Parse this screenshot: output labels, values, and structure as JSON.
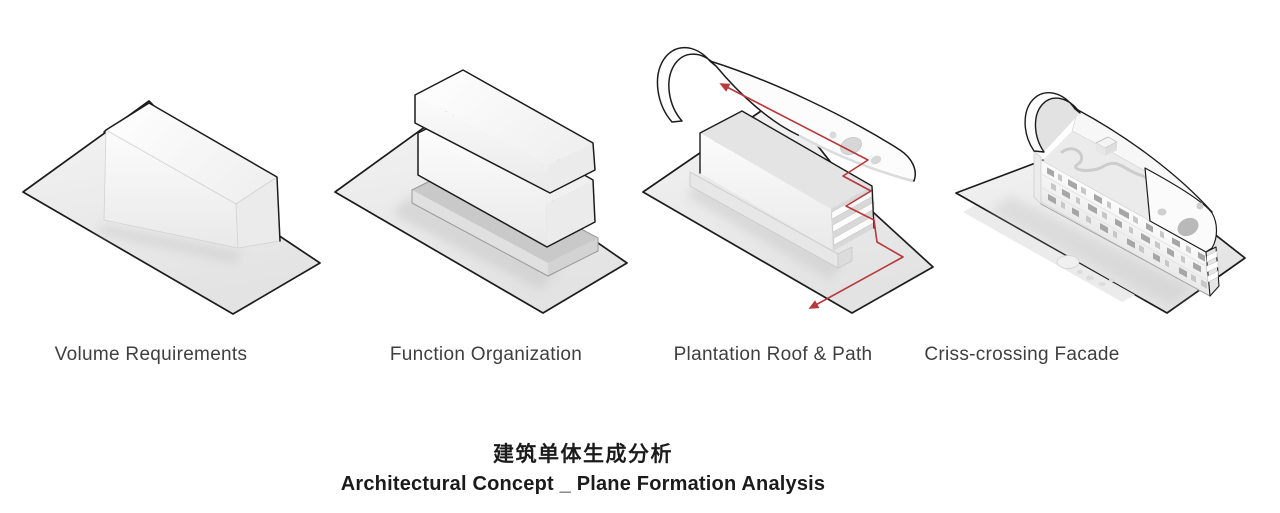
{
  "figure": {
    "kind": "architectural concept diagram sequence",
    "background": "#ffffff"
  },
  "panels": [
    {
      "id": "volume-requirements",
      "label": "Volume Requirements"
    },
    {
      "id": "function-organization",
      "label": "Function Organization"
    },
    {
      "id": "plantation-roof-path",
      "label": "Plantation Roof & Path"
    },
    {
      "id": "criss-crossing-facade",
      "label": "Criss-crossing Facade"
    }
  ],
  "title": {
    "zh": "建筑单体生成分析",
    "en": "Architectural Concept _ Plane Formation Analysis"
  },
  "colors": {
    "outline": "#1c1c1c",
    "path_red": "#b8383c",
    "label_text": "#3f3f3f",
    "title_text": "#1b1b1b",
    "plane_fill": "#ececec",
    "mass_fill": "#f6f6f6"
  }
}
